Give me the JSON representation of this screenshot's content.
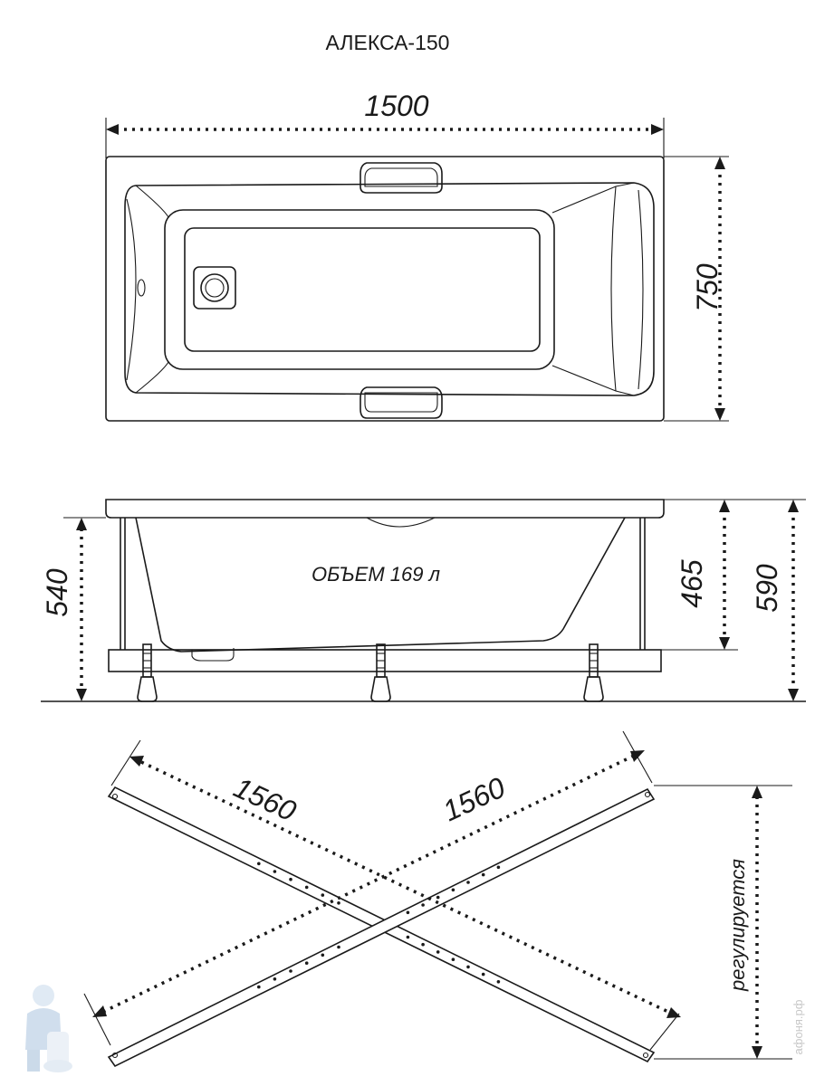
{
  "title": "АЛЕКСА-150",
  "dimensions": {
    "length": "1500",
    "width": "750",
    "height_with_legs": "540",
    "depth": "465",
    "total_height": "590",
    "frame_left": "1560",
    "frame_right": "1560"
  },
  "volume_label": "ОБЪЕМ 169 л",
  "adjustable_label": "регулируется",
  "watermark": "афоня.рф"
}
